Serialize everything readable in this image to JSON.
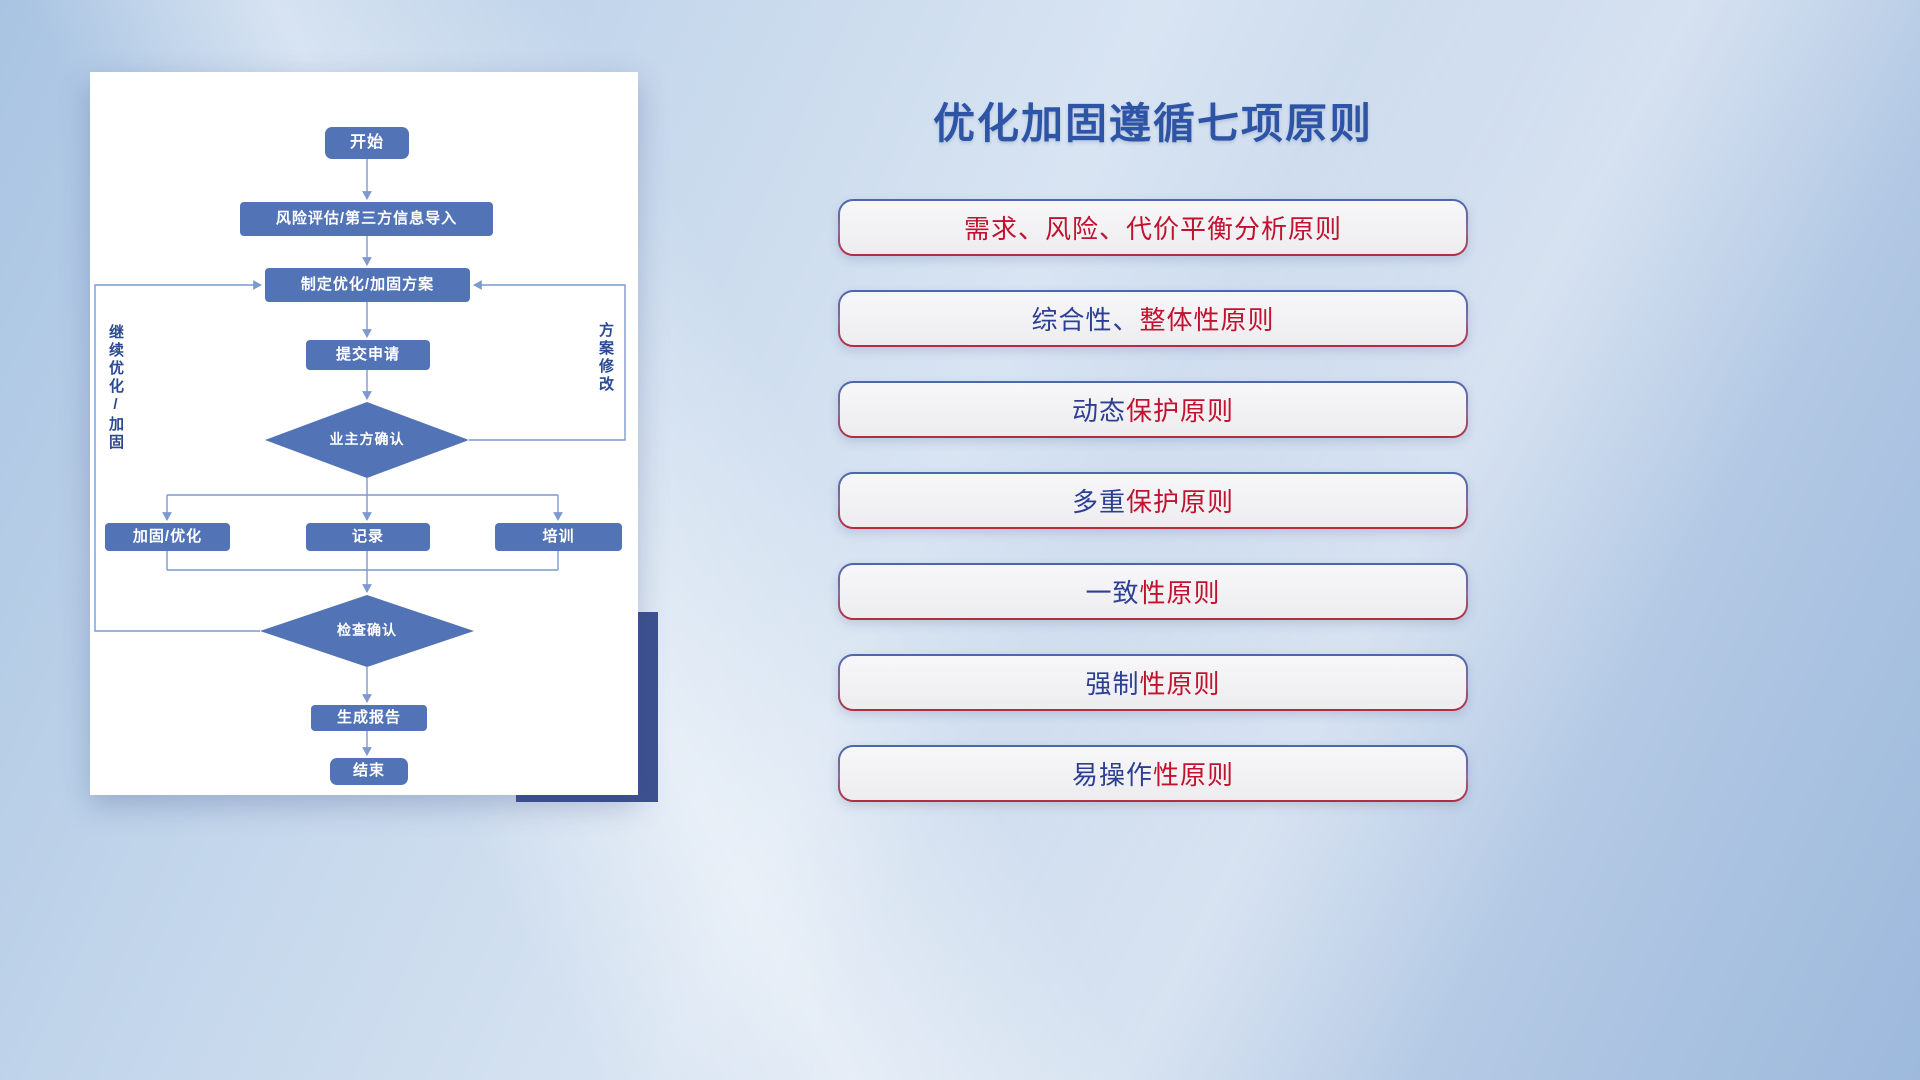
{
  "slide": {
    "title": "优化加固遵循七项原则"
  },
  "flowchart": {
    "nodes": {
      "start": "开始",
      "risk_import": "风险评估/第三方信息导入",
      "make_plan": "制定优化/加固方案",
      "submit": "提交申请",
      "owner_confirm": "业主方确认",
      "reinforce": "加固/优化",
      "record": "记录",
      "training": "培训",
      "check_confirm": "检查确认",
      "report": "生成报告",
      "end": "结束"
    },
    "left_loop_label": "继续优化/加固",
    "right_loop_label": "方案修改"
  },
  "principles": [
    {
      "segments": [
        {
          "text": "需求、风险、代价平衡分析原则",
          "color": "#c1122f"
        }
      ]
    },
    {
      "segments": [
        {
          "text": "综合性、",
          "color": "#2c3f93"
        },
        {
          "text": "整体性原则",
          "color": "#c1122f"
        }
      ]
    },
    {
      "segments": [
        {
          "text": "动态",
          "color": "#2c3f93"
        },
        {
          "text": "保护原则",
          "color": "#c1122f"
        }
      ]
    },
    {
      "segments": [
        {
          "text": "多重",
          "color": "#2c3f93"
        },
        {
          "text": "保护原则",
          "color": "#c1122f"
        }
      ]
    },
    {
      "segments": [
        {
          "text": "一致",
          "color": "#2c3f93"
        },
        {
          "text": "性原则",
          "color": "#c1122f"
        }
      ]
    },
    {
      "segments": [
        {
          "text": "强制",
          "color": "#2c3f93"
        },
        {
          "text": "性原则",
          "color": "#c1122f"
        }
      ]
    },
    {
      "segments": [
        {
          "text": "易操作",
          "color": "#2c3f93"
        },
        {
          "text": "性原则",
          "color": "#c1122f"
        }
      ]
    }
  ],
  "colors": {
    "node_fill": "#5273b5",
    "connector": "#7d99cf",
    "title_blue": "#2e55a5",
    "principle_red": "#c1122f",
    "principle_blue": "#2c3f93",
    "accent_block": "#3d5191"
  }
}
